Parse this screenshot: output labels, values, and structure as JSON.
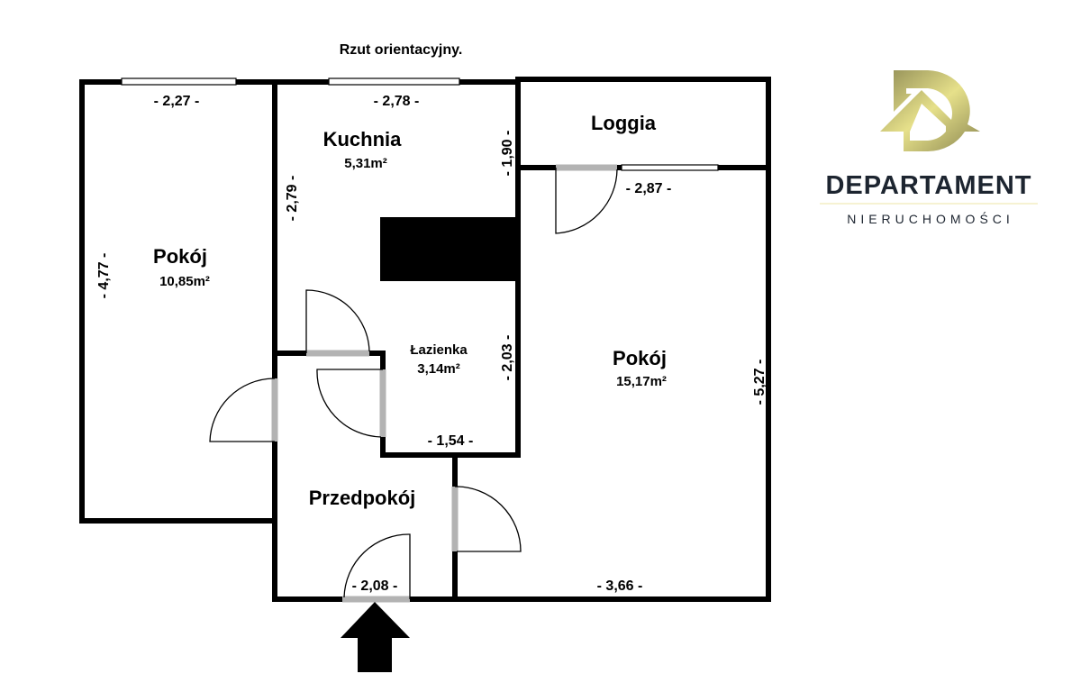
{
  "title": "Rzut orientacyjny.",
  "rooms": {
    "pokoj_left": {
      "name": "Pokój",
      "area": "10,85m²"
    },
    "kuchnia": {
      "name": "Kuchnia",
      "area": "5,31m²"
    },
    "loggia": {
      "name": "Loggia"
    },
    "lazienka": {
      "name": "Łazienka",
      "area": "3,14m²"
    },
    "pokoj_right": {
      "name": "Pokój",
      "area": "15,17m²"
    },
    "przedpokoj": {
      "name": "Przedpokój"
    }
  },
  "dimensions": {
    "left_width": "- 2,27 -",
    "left_height": "- 4,77 -",
    "kitchen_width": "- 2,78 -",
    "kitchen_height": "- 2,79 -",
    "kitchen_side": "- 1,90 -",
    "right_width": "- 2,87 -",
    "right_height": "- 5,27 -",
    "right_bottom": "- 3,66 -",
    "bath_width": "- 1,54 -",
    "bath_height": "- 2,03 -",
    "hall_width": "- 2,08 -"
  },
  "logo": {
    "brand": "DEPARTAMENT",
    "subtitle": "NIERUCHOMOŚCI",
    "gold": "#c9c46a",
    "dark": "#1d2530"
  }
}
